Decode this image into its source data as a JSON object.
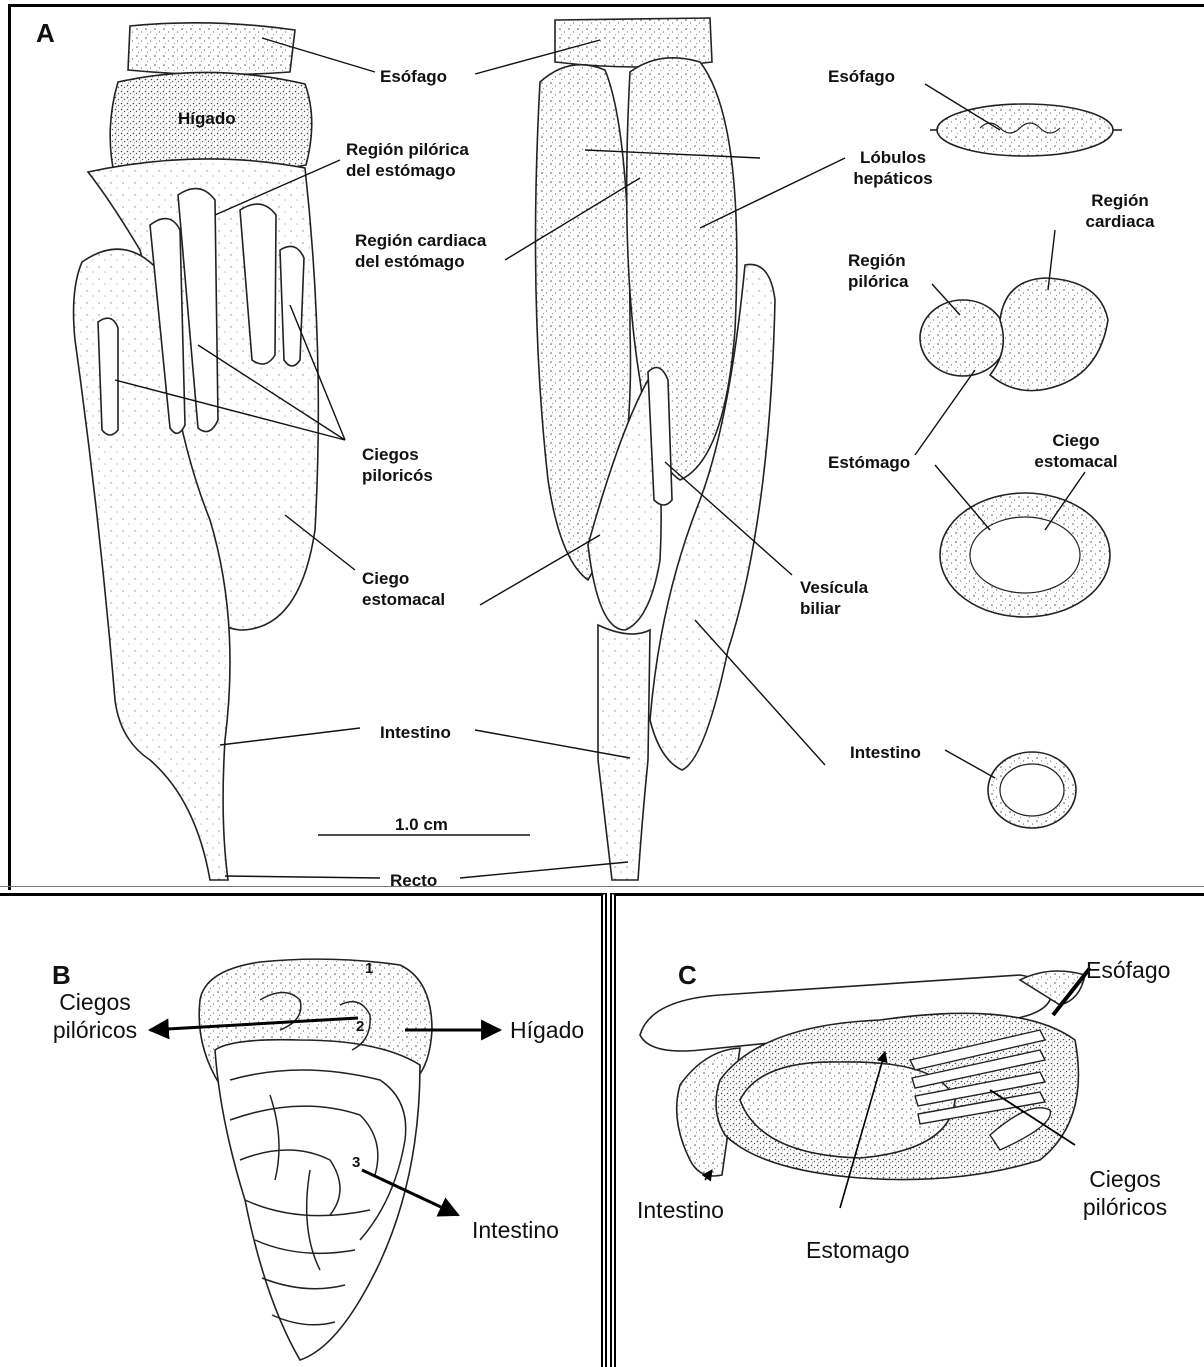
{
  "panel_a": {
    "letter": "A",
    "labels": {
      "esofago_center": "Esófago",
      "higado": "Hígado",
      "region_pilorica_estomago": "Región pilórica\ndel estómago",
      "lobulos_hepaticos": "Lóbulos\nhepáticos",
      "esofago_right": "Esófago",
      "region_cardiaca_estomago": "Región cardiaca\ndel estómago",
      "region_cardiaca": "Región\ncardiaca",
      "region_pilorica": "Región\npilórica",
      "ciegos_piloricos": "Ciegos\npiloricós",
      "estomago": "Estómago",
      "ciego_estomacal_right": "Ciego\nestomacal",
      "ciego_estomacal_center": "Ciego\nestomacal",
      "vesicula_biliar": "Vesícula\nbiliar",
      "intestino_center": "Intestino",
      "intestino_right": "Intestino",
      "scale": "1.0 cm",
      "recto": "Recto"
    }
  },
  "panel_b": {
    "letter": "B",
    "labels": {
      "ciegos_piloricos": "Ciegos\npilóricos",
      "higado": "Hígado",
      "intestino": "Intestino",
      "num1": "1",
      "num2": "2",
      "num3": "3"
    }
  },
  "panel_c": {
    "letter": "C",
    "labels": {
      "esofago": "Esófago",
      "ciegos_piloricos": "Ciegos\npilóricos",
      "intestino": "Intestino",
      "estomago": "Estomago"
    }
  }
}
